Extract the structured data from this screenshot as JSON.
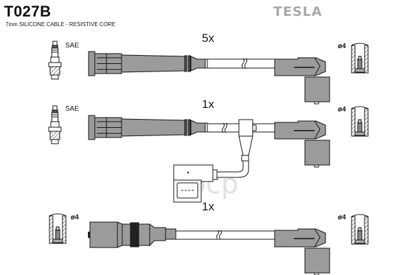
{
  "header": {
    "part_code": "T027B",
    "subtitle": "7mm SILICONE CABLE - RESISTIVE CORE",
    "brand": "TESLA"
  },
  "watermark": "obcp",
  "colors": {
    "boot_fill": "#9b9b9b",
    "outline": "#1a1a1a",
    "brand_gray": "#a8a8a8"
  },
  "leads": [
    {
      "quantity": "5x",
      "left_terminal": {
        "type": "spark-plug",
        "label": "SAE"
      },
      "right_terminal": {
        "type": "coil-socket",
        "label": "ø4"
      },
      "has_sensor_connector": false
    },
    {
      "quantity": "1x",
      "left_terminal": {
        "type": "spark-plug",
        "label": "SAE"
      },
      "right_terminal": {
        "type": "coil-socket",
        "label": "ø4"
      },
      "has_sensor_connector": true
    },
    {
      "quantity": "1x",
      "left_terminal": {
        "type": "coil-socket",
        "label": "ø4"
      },
      "right_terminal": {
        "type": "coil-socket",
        "label": "ø4"
      },
      "has_sensor_connector": false
    }
  ]
}
